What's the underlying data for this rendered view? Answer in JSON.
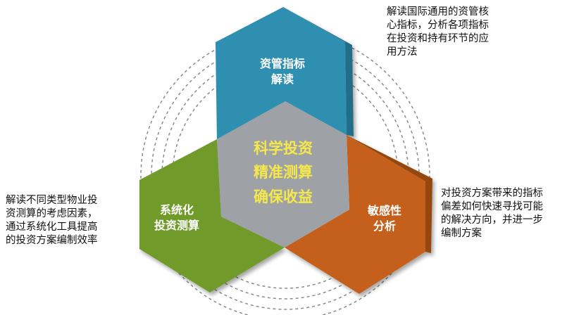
{
  "center": {
    "lines": [
      "科学投资",
      "精准测算",
      "确保收益"
    ],
    "text_color": "#f5e84a",
    "fill": "#9ea1a6"
  },
  "segments": {
    "top": {
      "label_lines": [
        "资管指标",
        "解读"
      ],
      "description": "解读国际通用的资管核\n心指标，分析各项指标\n在投资和持有环节的应\n用方法",
      "color": "#2f8fb0",
      "side_color": "#216e89"
    },
    "left": {
      "label_lines": [
        "系统化",
        "投资测算"
      ],
      "description": "解读不同类型物业投\n资测算的考虑因素，\n通过系统化工具提高\n的投资方案编制效率",
      "color": "#6f9b2c",
      "side_color": "#547a1f"
    },
    "right": {
      "label_lines": [
        "敏感性",
        "分析"
      ],
      "description": "对投资方案带来的指标\n偏差如何快速寻找可能\n的解决方向，并进一步\n编制方案",
      "color": "#c4611f",
      "side_color": "#95470f"
    }
  },
  "background_rings": {
    "count": 4,
    "color": "#8a8a8a"
  }
}
